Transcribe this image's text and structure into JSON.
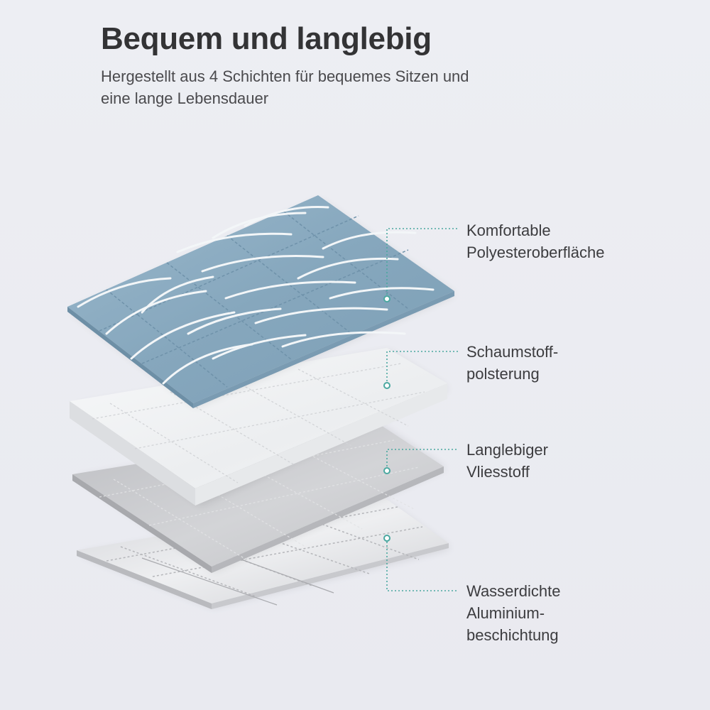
{
  "header": {
    "title": "Bequem und langlebig",
    "subtitle_line1": "Hergestellt aus 4 Schichten für bequemes Sitzen und",
    "subtitle_line2": "eine lange Lebensdauer"
  },
  "layers": [
    {
      "line1": "Komfortable",
      "line2": "Polyesteroberfläche",
      "line3": ""
    },
    {
      "line1": "Schaumstoff-",
      "line2": "polsterung",
      "line3": ""
    },
    {
      "line1": "Langlebiger",
      "line2": "Vliesstoff",
      "line3": ""
    },
    {
      "line1": "Wasserdichte",
      "line2": "Aluminium-",
      "line3": "beschichtung"
    }
  ],
  "colors": {
    "accent": "#4aa8a0",
    "polyester": "#8fb0c6",
    "foam": "#f4f5f7",
    "fleece": "#c9cacd",
    "aluminium": "#e2e3e6"
  }
}
